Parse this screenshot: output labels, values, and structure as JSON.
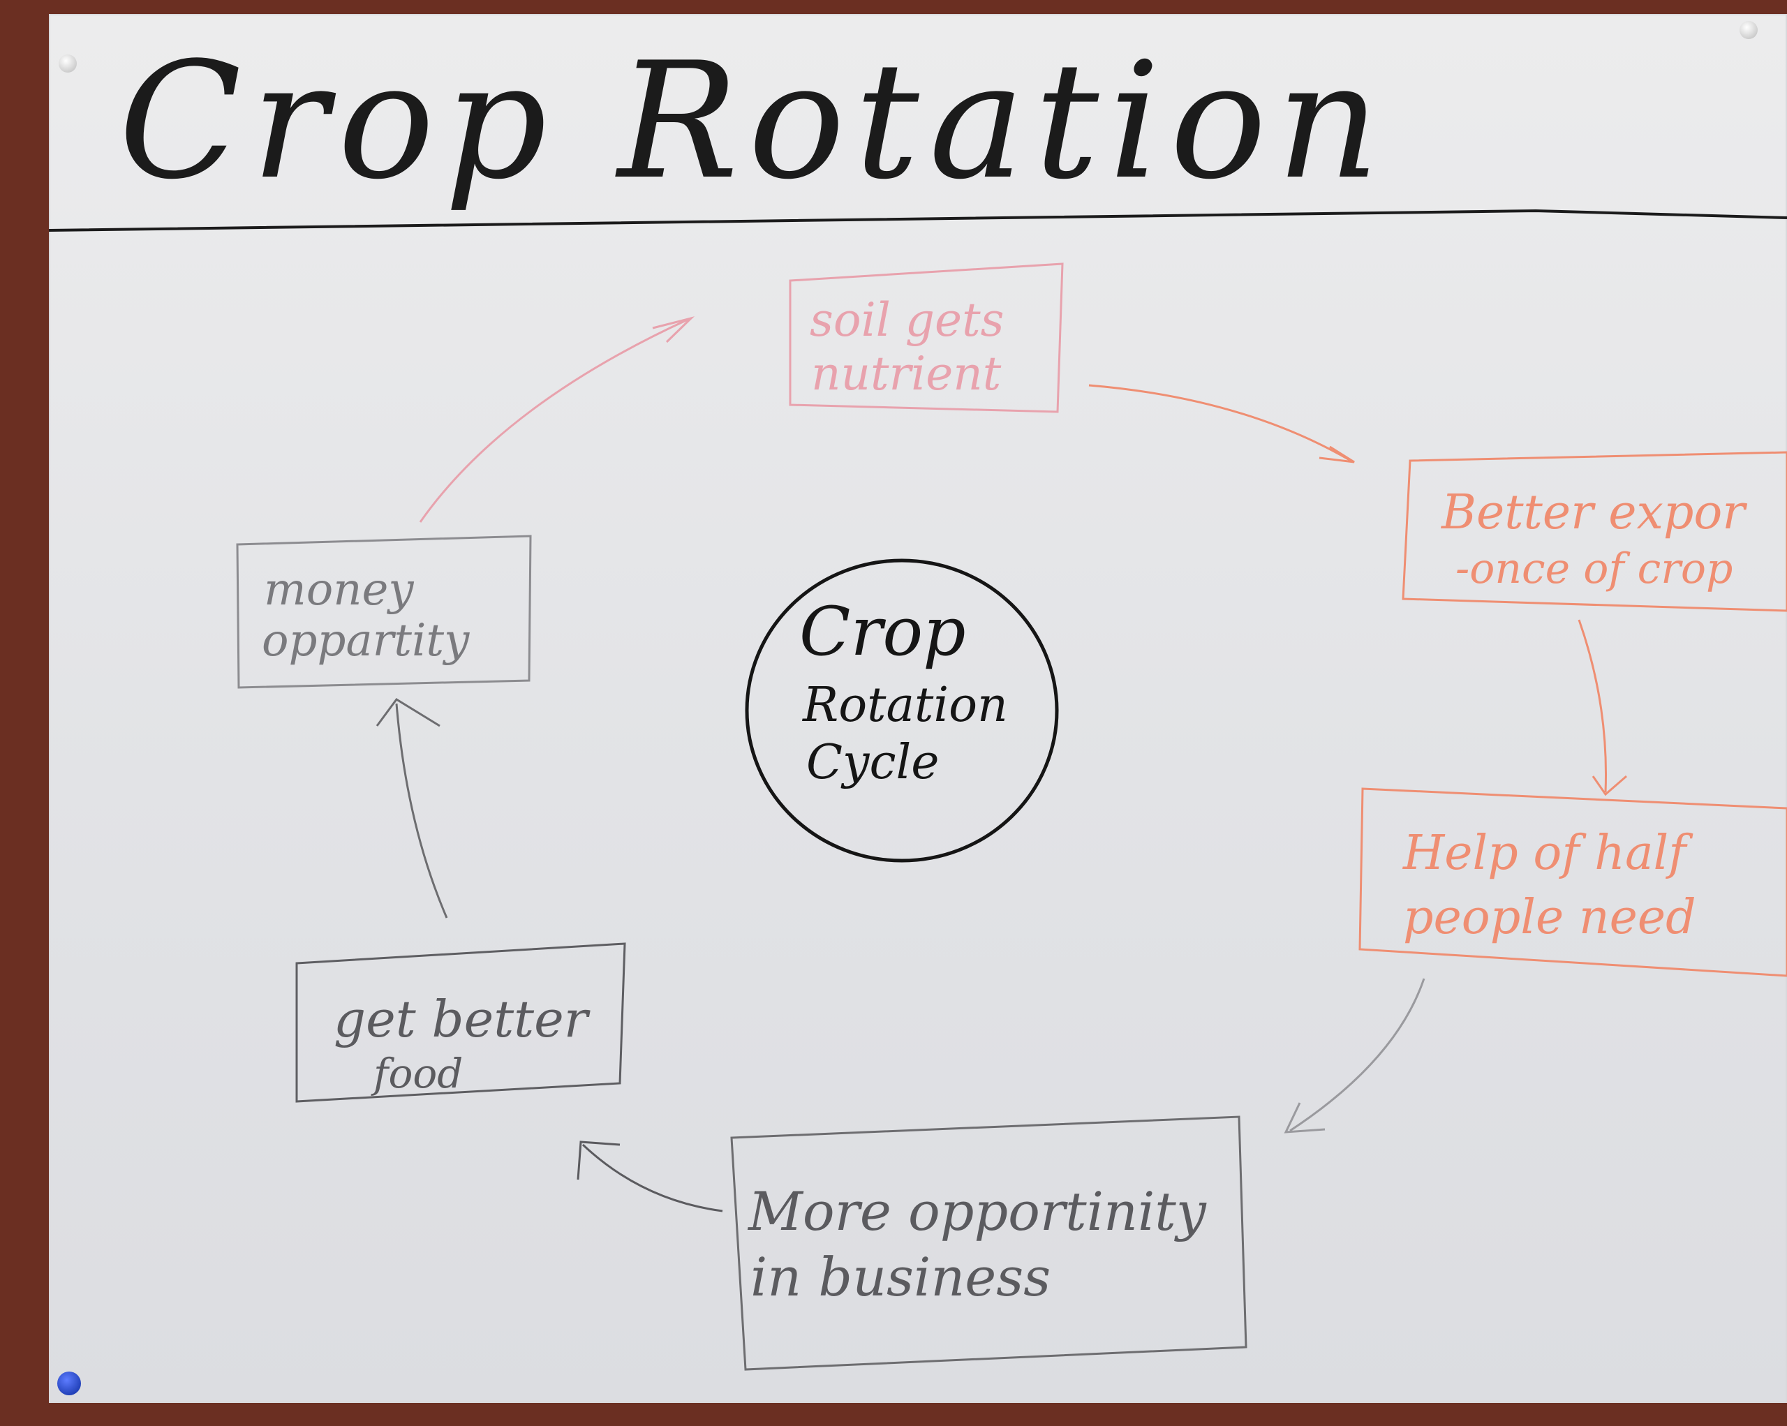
{
  "title": "Crop Rotation",
  "center": {
    "line1": "Crop",
    "line2": "Rotation",
    "line3": "Cycle"
  },
  "boxes": {
    "soil": {
      "line1": "soil gets",
      "line2": "nutrient"
    },
    "export": {
      "line1": "Better expor",
      "line2": "-once of crop"
    },
    "help": {
      "line1": "Help of half",
      "line2": "people need"
    },
    "business": {
      "line1": "More opportinity",
      "line2": "in business"
    },
    "food": {
      "line1": "get better",
      "line2": "food"
    },
    "money": {
      "line1": "money",
      "line2": "oppartity"
    }
  },
  "colors": {
    "pink": "#e8a2ad",
    "orange": "#ef8e72",
    "pencil": "#5b5b5f",
    "ink": "#151515",
    "board": "#e4e5e8",
    "wall": "#6b2f22"
  }
}
